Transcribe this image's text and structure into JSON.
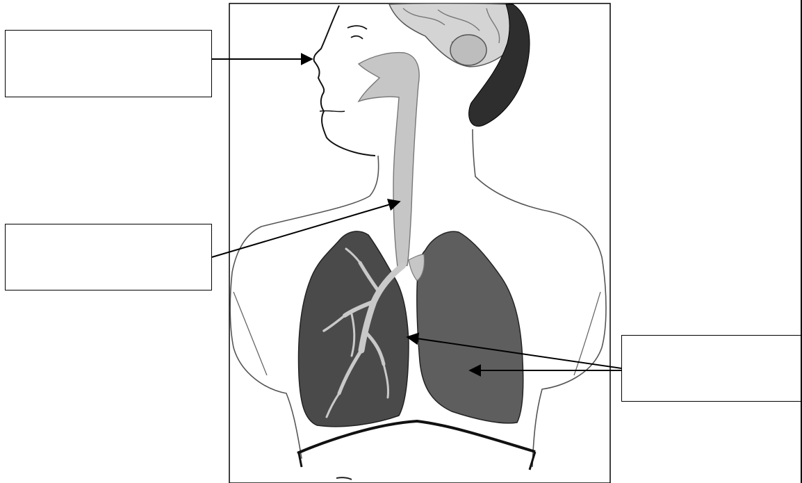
{
  "diagram": {
    "labels": [
      {
        "id": "nose",
        "text": ""
      },
      {
        "id": "trachea",
        "text": ""
      },
      {
        "id": "lungs",
        "text": ""
      }
    ],
    "colors": {
      "outline": "#000000",
      "trachea_fill": "#c6c6c6",
      "right_lung": "#5e5e5e",
      "left_lung": "#4a4a4a",
      "bronchi": "#c9c9c9",
      "brain": "#bdbdbd",
      "spine": "#2e2e2e"
    }
  }
}
